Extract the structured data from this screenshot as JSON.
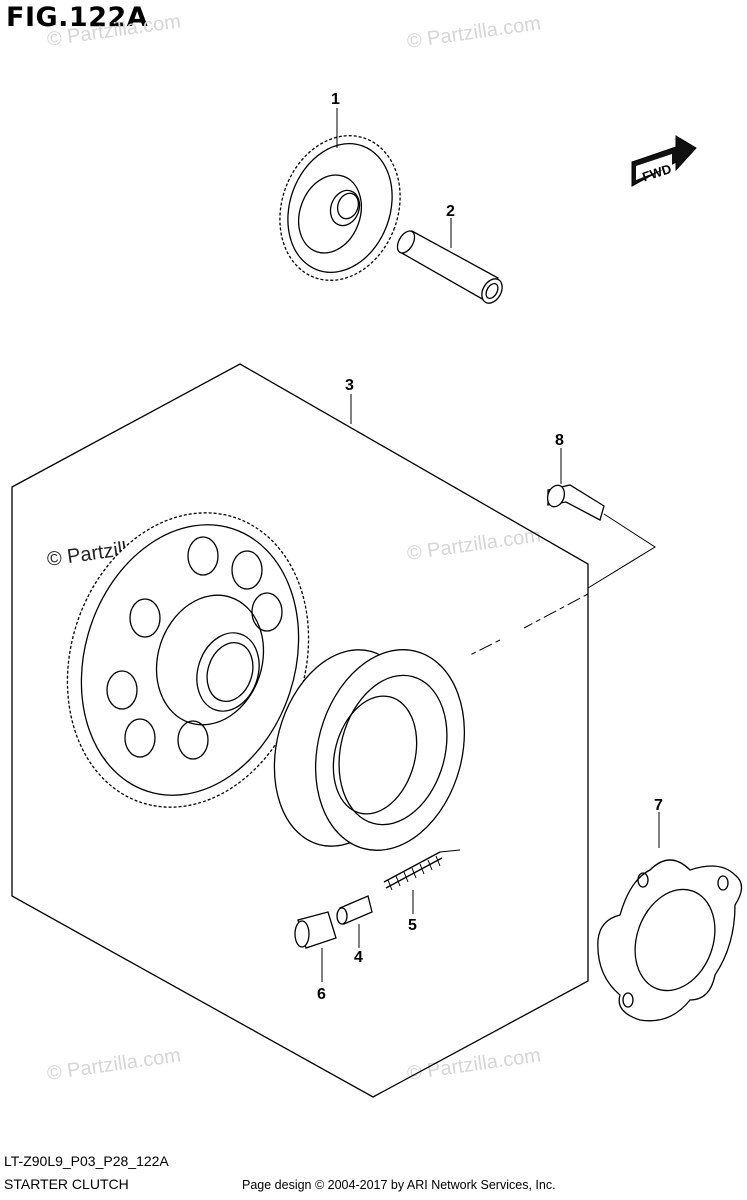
{
  "figure": {
    "title": "FIG.122A",
    "code": "LT-Z90L9_P03_P28_122A",
    "name": "STARTER CLUTCH",
    "copyright": "Page design © 2004-2017 by ARI Network Services, Inc."
  },
  "watermark": {
    "text": "© Partzilla.com"
  },
  "direction_badge": "FWD",
  "callouts": [
    {
      "number": "1",
      "part": "gear-1"
    },
    {
      "number": "2",
      "part": "shaft-2"
    },
    {
      "number": "3",
      "part": "starter-clutch-assembly-3"
    },
    {
      "number": "4",
      "part": "roller-4"
    },
    {
      "number": "5",
      "part": "spring-5"
    },
    {
      "number": "6",
      "part": "cap-6"
    },
    {
      "number": "7",
      "part": "washer-plate-7"
    },
    {
      "number": "8",
      "part": "bolt-8"
    }
  ]
}
